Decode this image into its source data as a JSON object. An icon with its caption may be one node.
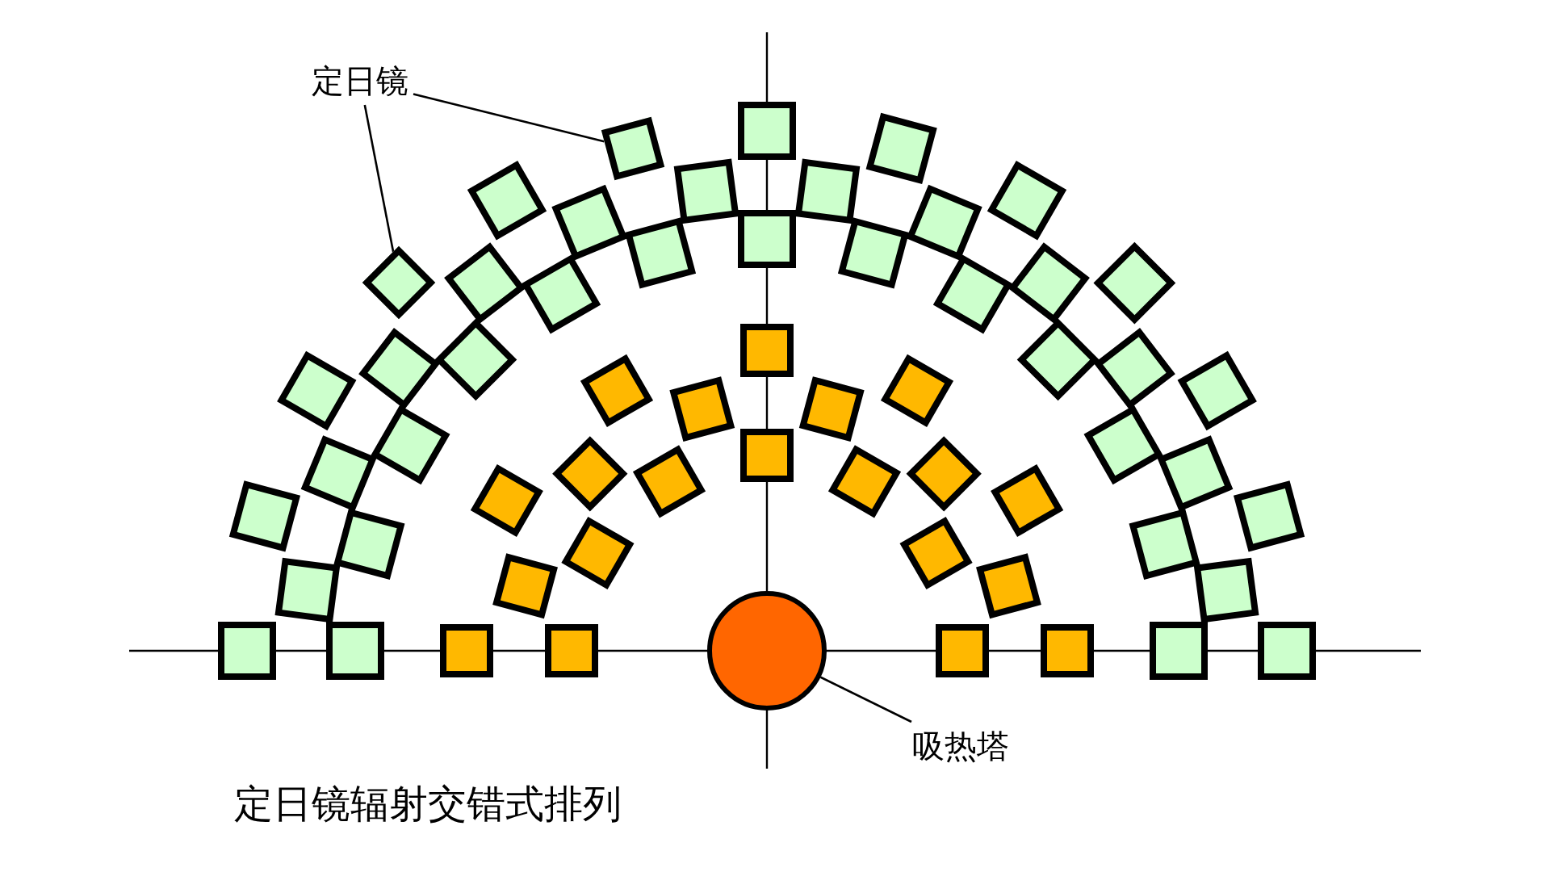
{
  "diagram": {
    "caption": "定日镜辐射交错式排列",
    "nodes": [
      {
        "text": [
          "定日镜"
        ]
      },
      {
        "text": [],
        "shape": "box"
      },
      {
        "text": [],
        "shape": "box"
      },
      {
        "text": [],
        "shape": "circle"
      },
      {
        "text": [
          "吸热塔"
        ]
      }
    ],
    "edges": [
      {
        "from": 0,
        "to": 1,
        "arrow": "none"
      },
      {
        "from": 0,
        "to": 2,
        "arrow": "none"
      },
      {
        "from": 4,
        "to": 3,
        "arrow": "none"
      }
    ]
  }
}
